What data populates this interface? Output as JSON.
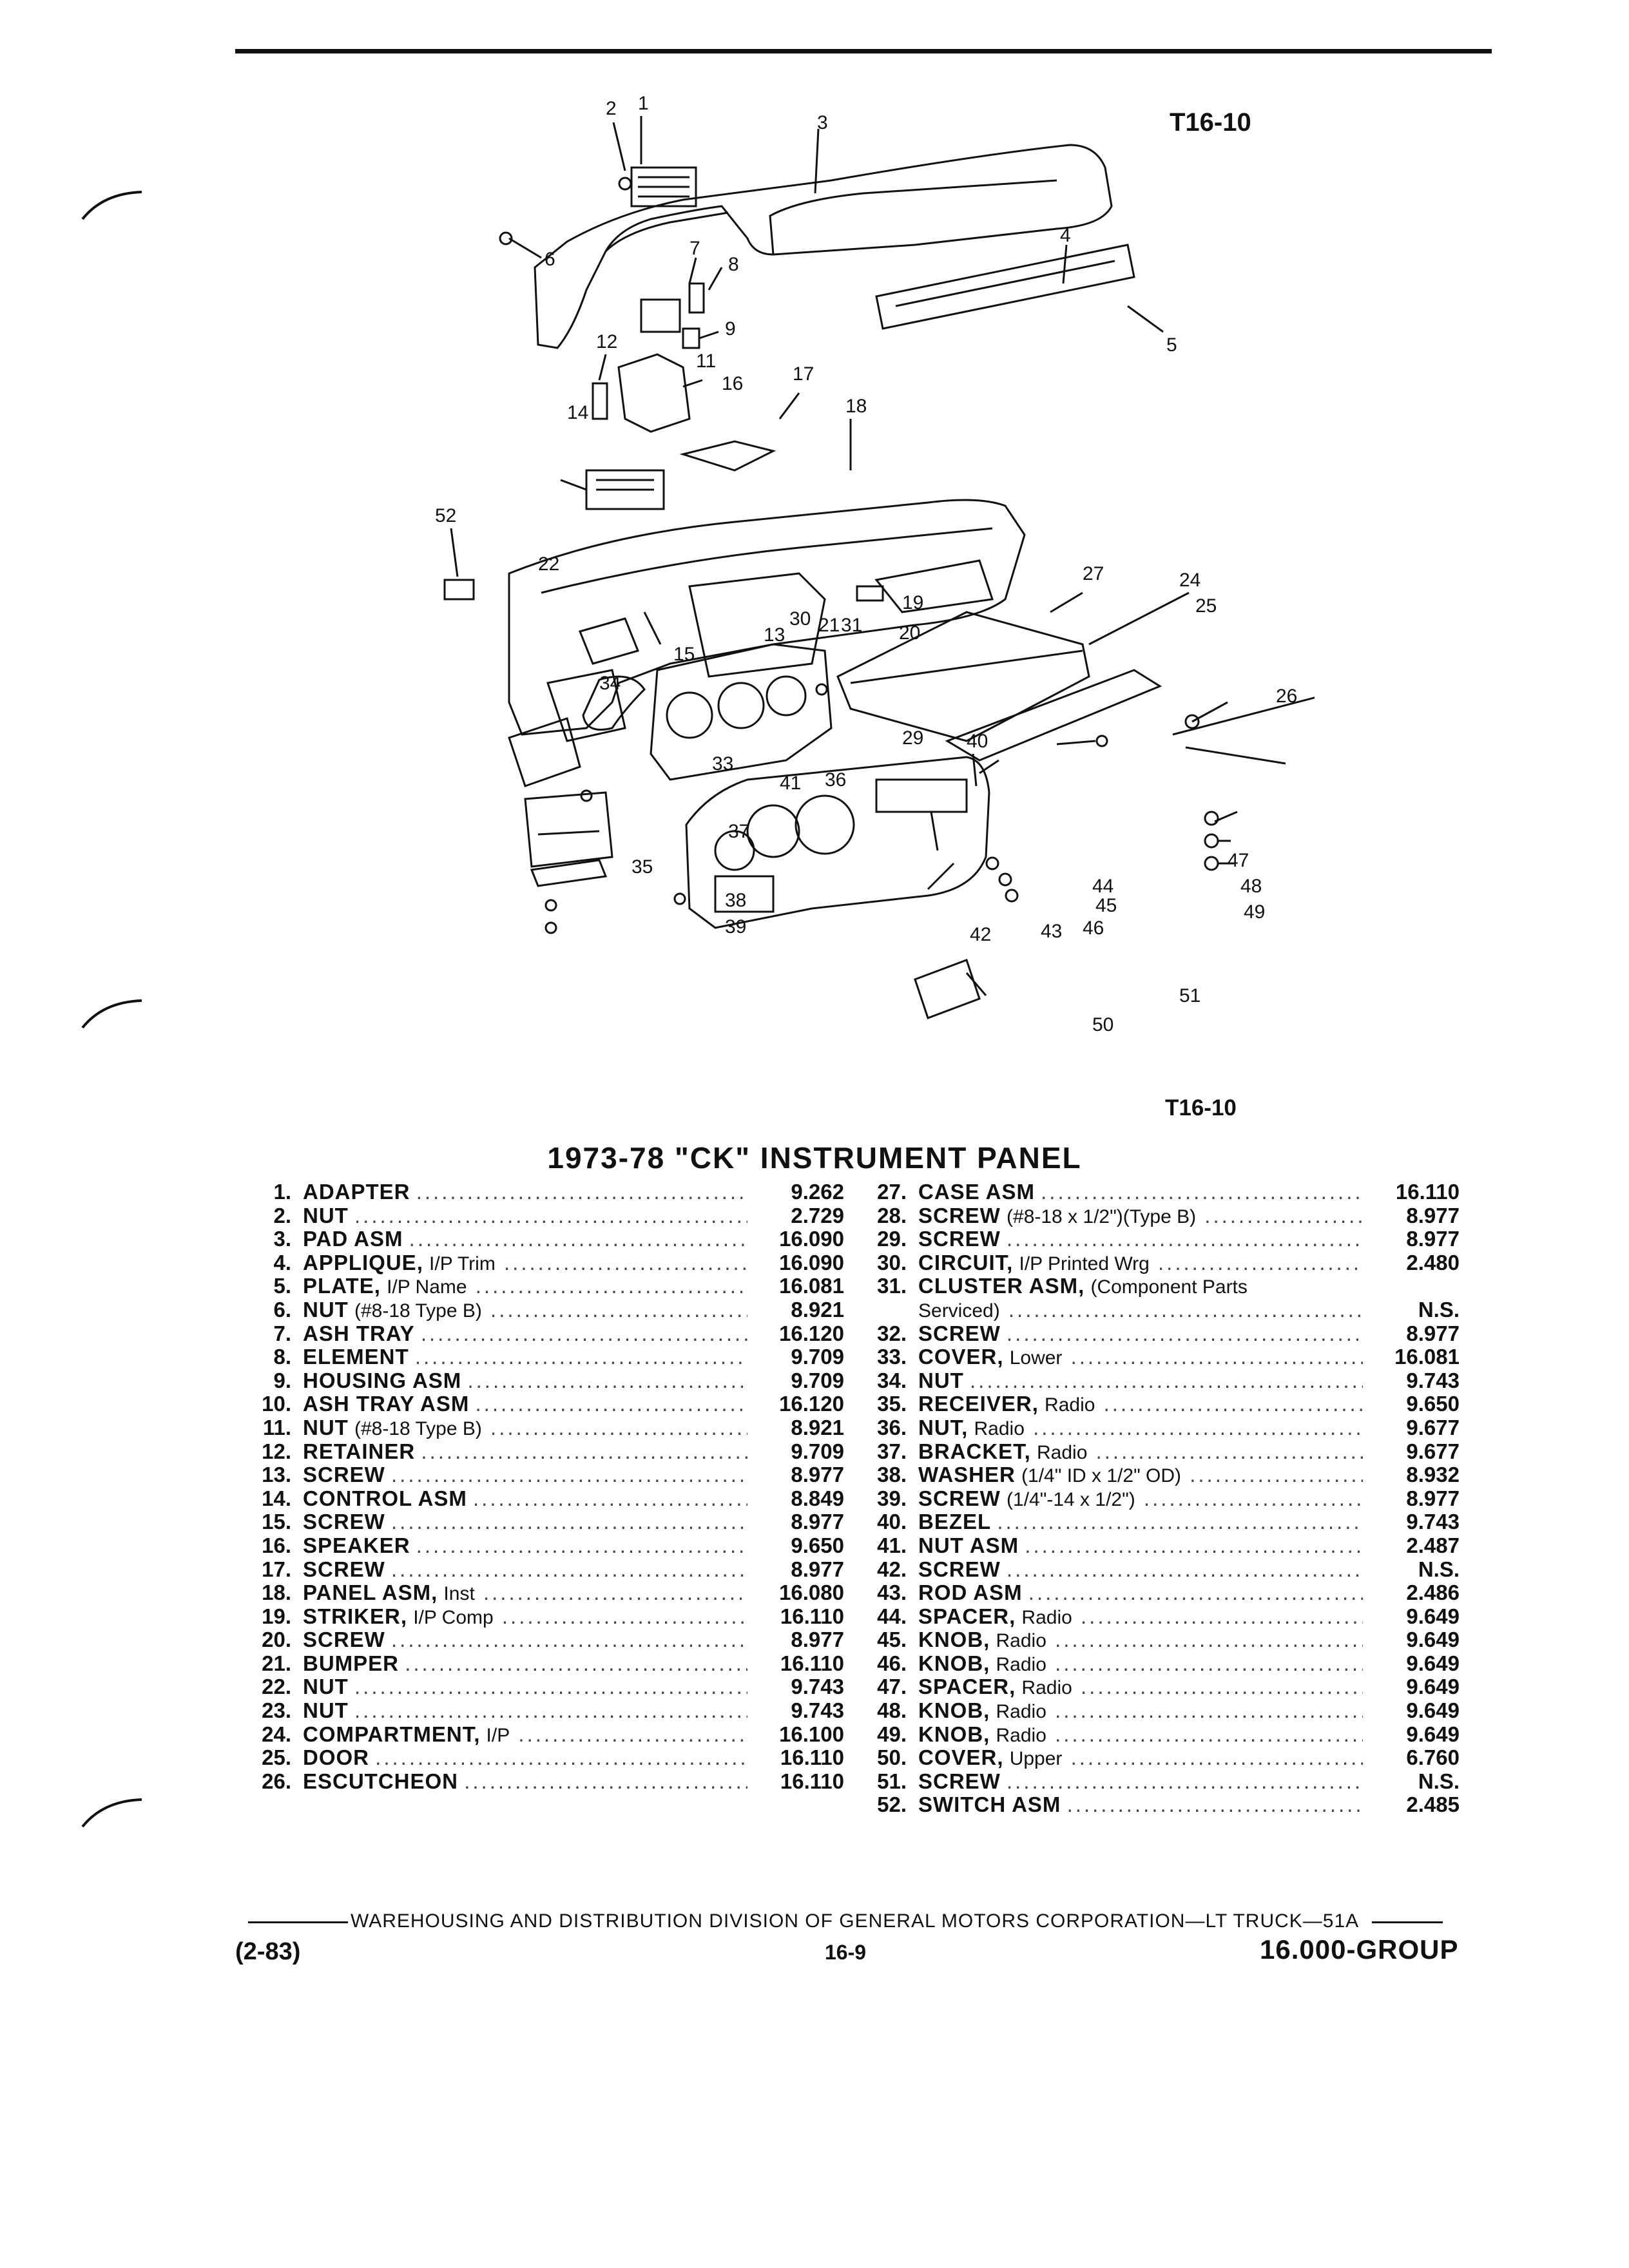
{
  "figure_ref": "T16-10",
  "figure_ref_caption": "T16-10",
  "title": "1973-78 \"CK\" INSTRUMENT PANEL",
  "callouts": [
    "1",
    "2",
    "3",
    "4",
    "5",
    "6",
    "7",
    "8",
    "9",
    "11",
    "12",
    "14",
    "16",
    "17",
    "18",
    "52",
    "22",
    "27",
    "24",
    "19",
    "13",
    "30",
    "21",
    "31",
    "25",
    "15",
    "20",
    "26",
    "34",
    "33",
    "29",
    "40",
    "36",
    "41",
    "37",
    "35",
    "38",
    "39",
    "47",
    "44",
    "48",
    "45",
    "49",
    "42",
    "43",
    "46",
    "51",
    "50"
  ],
  "parts_left": [
    {
      "num": "1.",
      "name": "ADAPTER",
      "qual": "",
      "code": "9.262"
    },
    {
      "num": "2.",
      "name": "NUT",
      "qual": "",
      "code": "2.729"
    },
    {
      "num": "3.",
      "name": "PAD ASM",
      "qual": "",
      "code": "16.090"
    },
    {
      "num": "4.",
      "name": "APPLIQUE,",
      "qual": "I/P Trim",
      "code": "16.090"
    },
    {
      "num": "5.",
      "name": "PLATE,",
      "qual": "I/P Name",
      "code": "16.081"
    },
    {
      "num": "6.",
      "name": "NUT",
      "qual": "(#8-18 Type B)",
      "code": "8.921"
    },
    {
      "num": "7.",
      "name": "ASH TRAY",
      "qual": "",
      "code": "16.120"
    },
    {
      "num": "8.",
      "name": "ELEMENT",
      "qual": "",
      "code": "9.709"
    },
    {
      "num": "9.",
      "name": "HOUSING ASM",
      "qual": "",
      "code": "9.709"
    },
    {
      "num": "10.",
      "name": "ASH TRAY ASM",
      "qual": "",
      "code": "16.120"
    },
    {
      "num": "11.",
      "name": "NUT",
      "qual": "(#8-18 Type B)",
      "code": "8.921"
    },
    {
      "num": "12.",
      "name": "RETAINER",
      "qual": "",
      "code": "9.709"
    },
    {
      "num": "13.",
      "name": "SCREW",
      "qual": "",
      "code": "8.977"
    },
    {
      "num": "14.",
      "name": "CONTROL ASM",
      "qual": "",
      "code": "8.849"
    },
    {
      "num": "15.",
      "name": "SCREW",
      "qual": "",
      "code": "8.977"
    },
    {
      "num": "16.",
      "name": "SPEAKER",
      "qual": "",
      "code": "9.650"
    },
    {
      "num": "17.",
      "name": "SCREW",
      "qual": "",
      "code": "8.977"
    },
    {
      "num": "18.",
      "name": "PANEL ASM,",
      "qual": "Inst",
      "code": "16.080"
    },
    {
      "num": "19.",
      "name": "STRIKER,",
      "qual": "I/P Comp",
      "code": "16.110"
    },
    {
      "num": "20.",
      "name": "SCREW",
      "qual": "",
      "code": "8.977"
    },
    {
      "num": "21.",
      "name": "BUMPER",
      "qual": "",
      "code": "16.110"
    },
    {
      "num": "22.",
      "name": "NUT",
      "qual": "",
      "code": "9.743"
    },
    {
      "num": "23.",
      "name": "NUT",
      "qual": "",
      "code": "9.743"
    },
    {
      "num": "24.",
      "name": "COMPARTMENT,",
      "qual": "I/P",
      "code": "16.100"
    },
    {
      "num": "25.",
      "name": "DOOR",
      "qual": "",
      "code": "16.110"
    },
    {
      "num": "26.",
      "name": "ESCUTCHEON",
      "qual": "",
      "code": "16.110"
    }
  ],
  "parts_right": [
    {
      "num": "27.",
      "name": "CASE ASM",
      "qual": "",
      "code": "16.110"
    },
    {
      "num": "28.",
      "name": "SCREW",
      "qual": "(#8-18 x 1/2\")(Type B)",
      "code": "8.977"
    },
    {
      "num": "29.",
      "name": "SCREW",
      "qual": "",
      "code": "8.977"
    },
    {
      "num": "30.",
      "name": "CIRCUIT,",
      "qual": "I/P Printed Wrg",
      "code": "2.480"
    },
    {
      "num": "31.",
      "name": "CLUSTER ASM,",
      "qual": "(Component Parts",
      "code": ""
    },
    {
      "num": "",
      "name": "",
      "qual": "Serviced)",
      "code": "N.S."
    },
    {
      "num": "32.",
      "name": "SCREW",
      "qual": "",
      "code": "8.977"
    },
    {
      "num": "33.",
      "name": "COVER,",
      "qual": "Lower",
      "code": "16.081"
    },
    {
      "num": "34.",
      "name": "NUT",
      "qual": "",
      "code": "9.743"
    },
    {
      "num": "35.",
      "name": "RECEIVER,",
      "qual": "Radio",
      "code": "9.650"
    },
    {
      "num": "36.",
      "name": "NUT,",
      "qual": "Radio",
      "code": "9.677"
    },
    {
      "num": "37.",
      "name": "BRACKET,",
      "qual": "Radio",
      "code": "9.677"
    },
    {
      "num": "38.",
      "name": "WASHER",
      "qual": "(1/4\" ID x 1/2\" OD)",
      "code": "8.932"
    },
    {
      "num": "39.",
      "name": "SCREW",
      "qual": "(1/4\"-14 x 1/2\")",
      "code": "8.977"
    },
    {
      "num": "40.",
      "name": "BEZEL",
      "qual": "",
      "code": "9.743"
    },
    {
      "num": "41.",
      "name": "NUT ASM",
      "qual": "",
      "code": "2.487"
    },
    {
      "num": "42.",
      "name": "SCREW",
      "qual": "",
      "code": "N.S."
    },
    {
      "num": "43.",
      "name": "ROD ASM",
      "qual": "",
      "code": "2.486"
    },
    {
      "num": "44.",
      "name": "SPACER,",
      "qual": "Radio",
      "code": "9.649"
    },
    {
      "num": "45.",
      "name": "KNOB,",
      "qual": "Radio",
      "code": "9.649"
    },
    {
      "num": "46.",
      "name": "KNOB,",
      "qual": "Radio",
      "code": "9.649"
    },
    {
      "num": "47.",
      "name": "SPACER,",
      "qual": "Radio",
      "code": "9.649"
    },
    {
      "num": "48.",
      "name": "KNOB,",
      "qual": "Radio",
      "code": "9.649"
    },
    {
      "num": "49.",
      "name": "KNOB,",
      "qual": "Radio",
      "code": "9.649"
    },
    {
      "num": "50.",
      "name": "COVER,",
      "qual": "Upper",
      "code": "6.760"
    },
    {
      "num": "51.",
      "name": "SCREW",
      "qual": "",
      "code": "N.S."
    },
    {
      "num": "52.",
      "name": "SWITCH ASM",
      "qual": "",
      "code": "2.485"
    }
  ],
  "footer": {
    "division": "WAREHOUSING AND DISTRIBUTION  DIVISION OF GENERAL MOTORS CORPORATION—LT TRUCK—51A",
    "date": "(2-83)",
    "page": "16-9",
    "group": "16.000-GROUP"
  }
}
